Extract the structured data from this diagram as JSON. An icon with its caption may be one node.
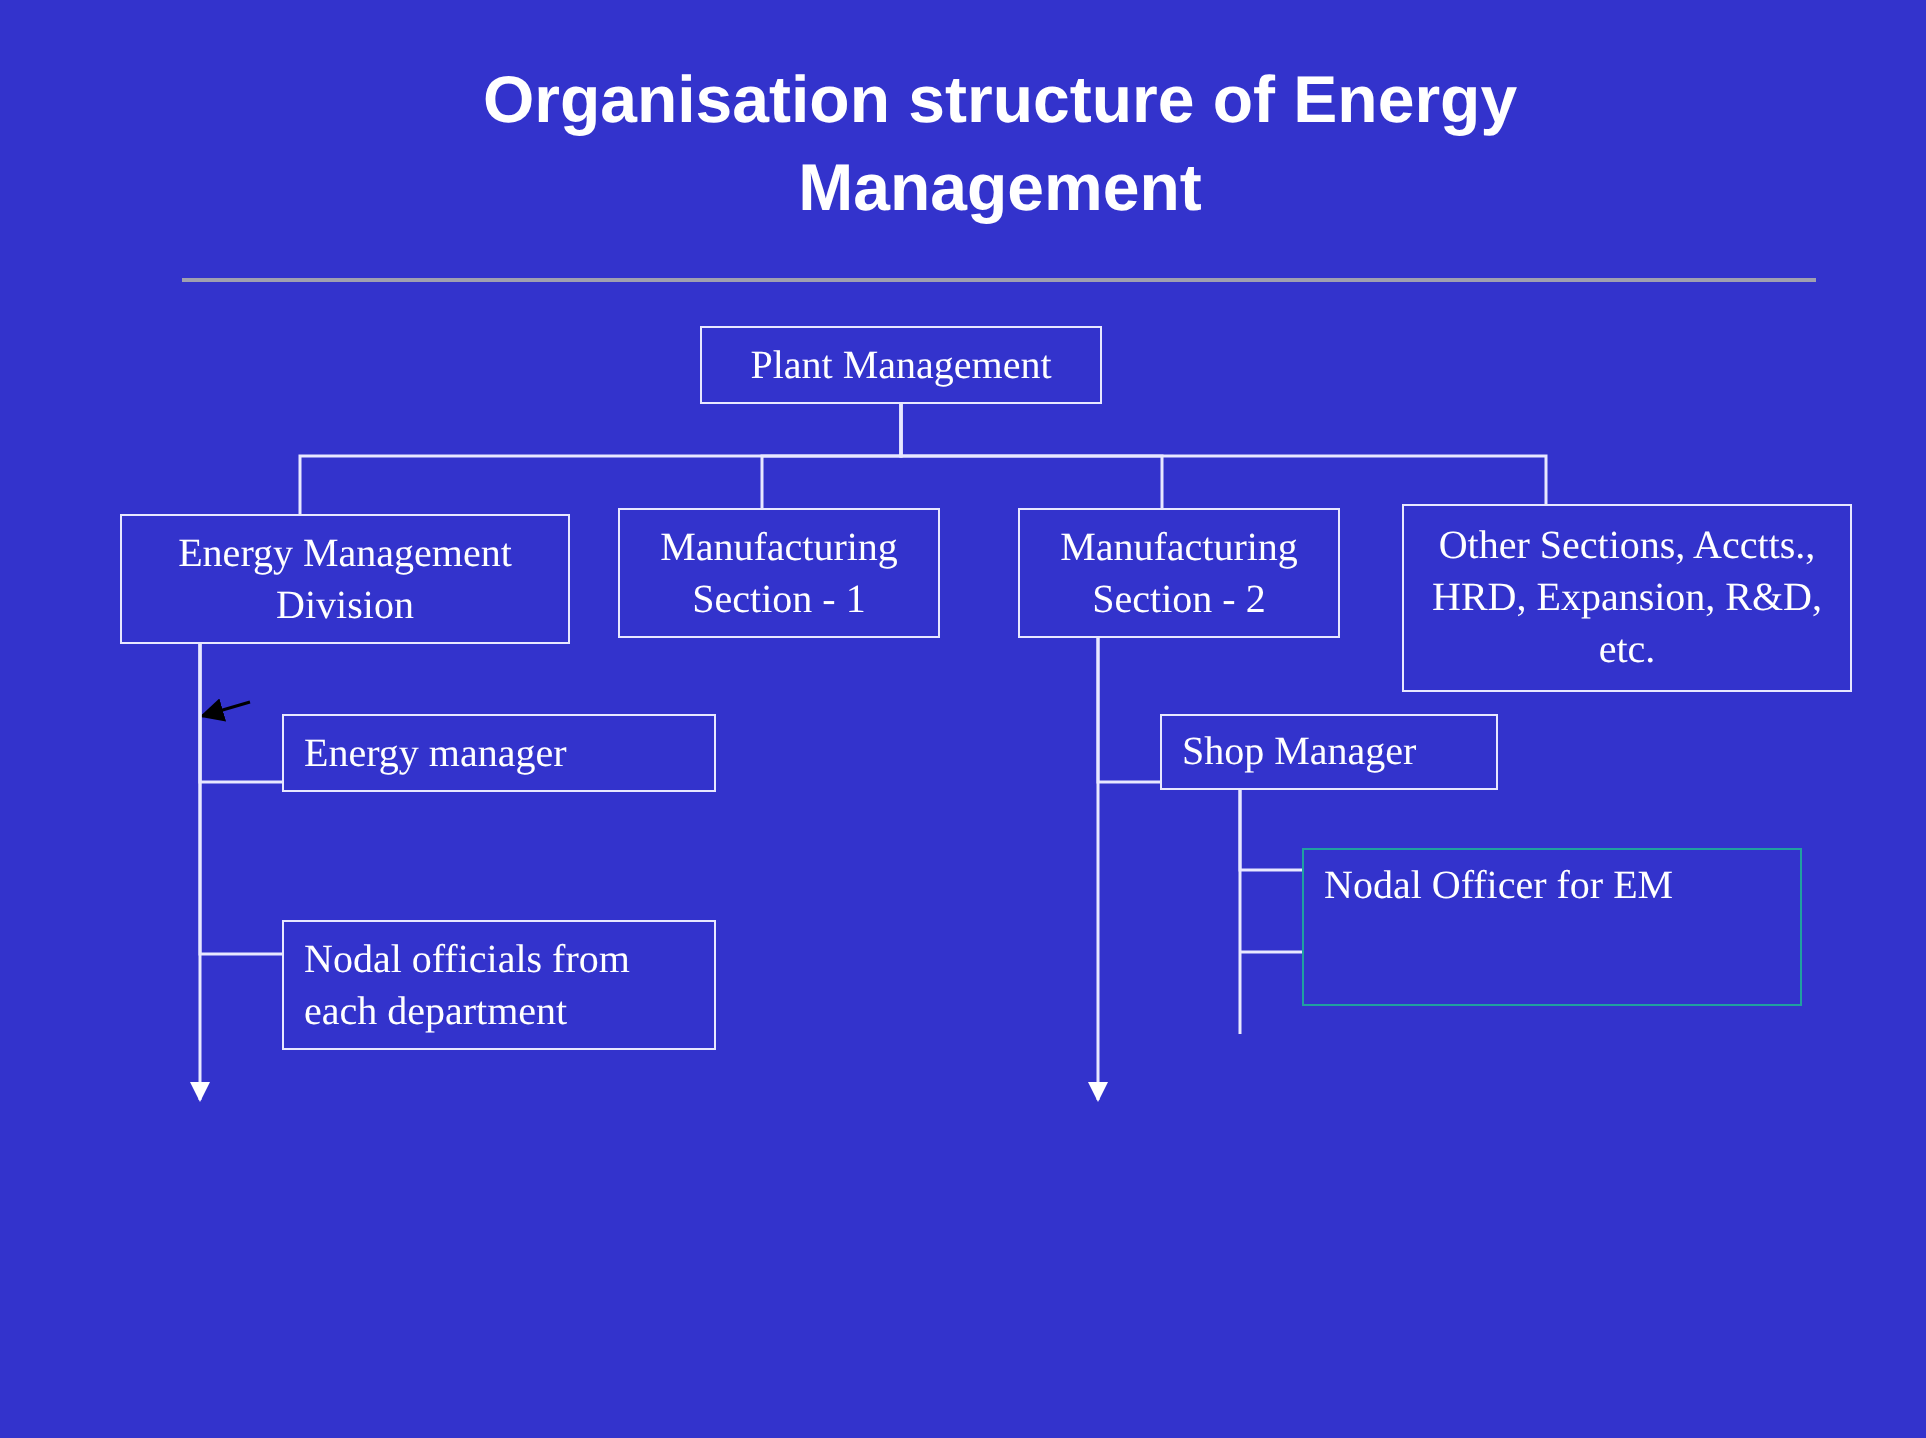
{
  "diagram": {
    "title": "Organisation structure of Energy Management",
    "nodes": [
      {
        "text": [
          "Plant Management"
        ]
      },
      {
        "text": [
          "Energy Management Division"
        ]
      },
      {
        "text": [
          "Manufacturing Section - 1"
        ]
      },
      {
        "text": [
          "Manufacturing Section - 2"
        ]
      },
      {
        "text": [
          "Other Sections, Acctts., HRD, Expansion, R&D, etc."
        ]
      },
      {
        "text": [
          "Energy manager"
        ]
      },
      {
        "text": [
          "Nodal officials from each department"
        ]
      },
      {
        "text": [
          "Shop Manager"
        ]
      },
      {
        "text": [
          "Nodal Officer for EM"
        ]
      }
    ],
    "edges": [
      {
        "from": 0,
        "to": 1,
        "arrow": "none"
      },
      {
        "from": 0,
        "to": 2,
        "arrow": "none"
      },
      {
        "from": 0,
        "to": 3,
        "arrow": "none"
      },
      {
        "from": 0,
        "to": 4,
        "arrow": "none"
      },
      {
        "from": 1,
        "to": 5,
        "arrow": "none"
      },
      {
        "from": 1,
        "to": 6,
        "arrow": "none"
      },
      {
        "from": 1,
        "to": null,
        "arrow": "to"
      },
      {
        "from": 3,
        "to": 7,
        "arrow": "none"
      },
      {
        "from": 3,
        "to": null,
        "arrow": "to"
      },
      {
        "from": 7,
        "to": 8,
        "arrow": "none"
      },
      {
        "from": 7,
        "to": 8,
        "arrow": "none"
      }
    ]
  }
}
